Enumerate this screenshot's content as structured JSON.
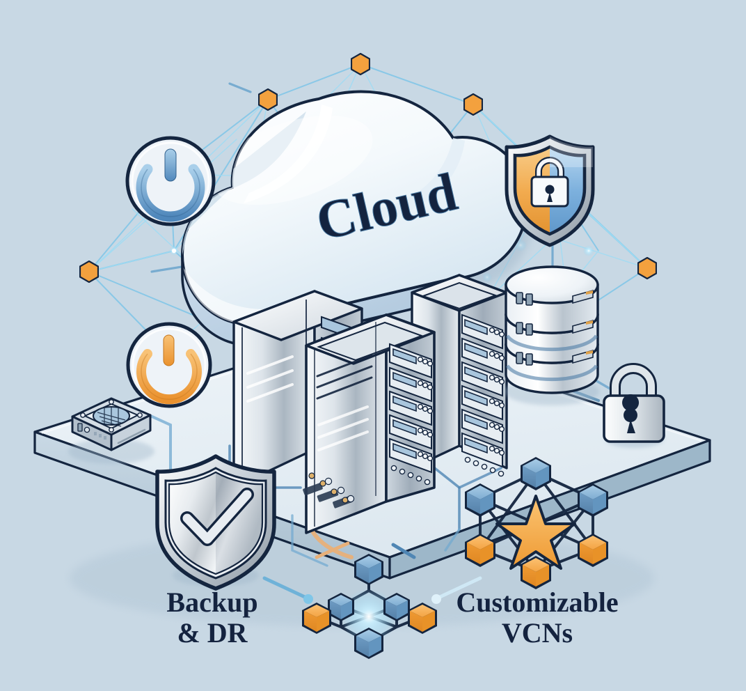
{
  "scene": {
    "title": "Cloud infrastructure isometric illustration",
    "background_color": "#c8d8e4",
    "cloud_label": "Cloud",
    "cloud_label_color": "#5a90c4"
  },
  "labels": [
    {
      "name": "backup-dr",
      "line1": "Backup",
      "line2": "& DR",
      "color": "#14233f"
    },
    {
      "name": "customizable-vcns",
      "line1": "Customizable",
      "line2": "VCNs",
      "color": "#14233f"
    }
  ],
  "icons": [
    {
      "name": "power-icon-blue",
      "glyph": "power",
      "color": "#6ba3d6",
      "position": "top-left"
    },
    {
      "name": "power-icon-orange",
      "glyph": "power",
      "color": "#f2a13c",
      "position": "mid-left"
    },
    {
      "name": "shield-lock-icon",
      "glyph": "shield-lock",
      "color_left": "#f5b963",
      "color_right": "#7fb4e0",
      "position": "top-right"
    },
    {
      "name": "shield-check-icon",
      "glyph": "shield-check",
      "color": "#c9d2d8",
      "position": "bottom-left"
    },
    {
      "name": "padlock-icon",
      "glyph": "padlock",
      "color": "#d8dfe4",
      "position": "mid-right"
    },
    {
      "name": "database-icon",
      "glyph": "database-stack",
      "color": "#dfe6ec",
      "position": "right"
    },
    {
      "name": "network-appliance-icon",
      "glyph": "appliance",
      "color": "#c8d2da",
      "position": "left-platform"
    }
  ],
  "objects": [
    {
      "name": "server-rack-back",
      "type": "server-rack"
    },
    {
      "name": "server-rack-front",
      "type": "server-rack"
    },
    {
      "name": "server-rack-right",
      "type": "server-rack"
    },
    {
      "name": "isometric-platform",
      "type": "platform"
    },
    {
      "name": "vcn-cluster-right",
      "type": "node-cluster",
      "blue_nodes": 3,
      "orange_nodes": 3,
      "star": true
    },
    {
      "name": "vcn-cluster-bottom",
      "type": "node-cluster",
      "blue_nodes": 4,
      "orange_nodes": 2,
      "star": false
    }
  ],
  "palette": {
    "outline": "#14253f",
    "orange": "#f3a13e",
    "orange_dark": "#e08a22",
    "blue_node": "#79a9d4",
    "blue_node_dark": "#4d7fae",
    "mesh_line": "#7fc6e8",
    "mesh_line_soft": "#9fd4ec",
    "metal_light": "#f2f6f9",
    "metal_mid": "#c3ccd4",
    "metal_dark": "#8e9aa6",
    "panel_blue": "#a9c6dd",
    "cable_orange": "#e8b079",
    "cable_blue": "#4f86b4",
    "platform_top": "#e9f1f6",
    "platform_side": "#b8ccda"
  },
  "chart_data": null
}
